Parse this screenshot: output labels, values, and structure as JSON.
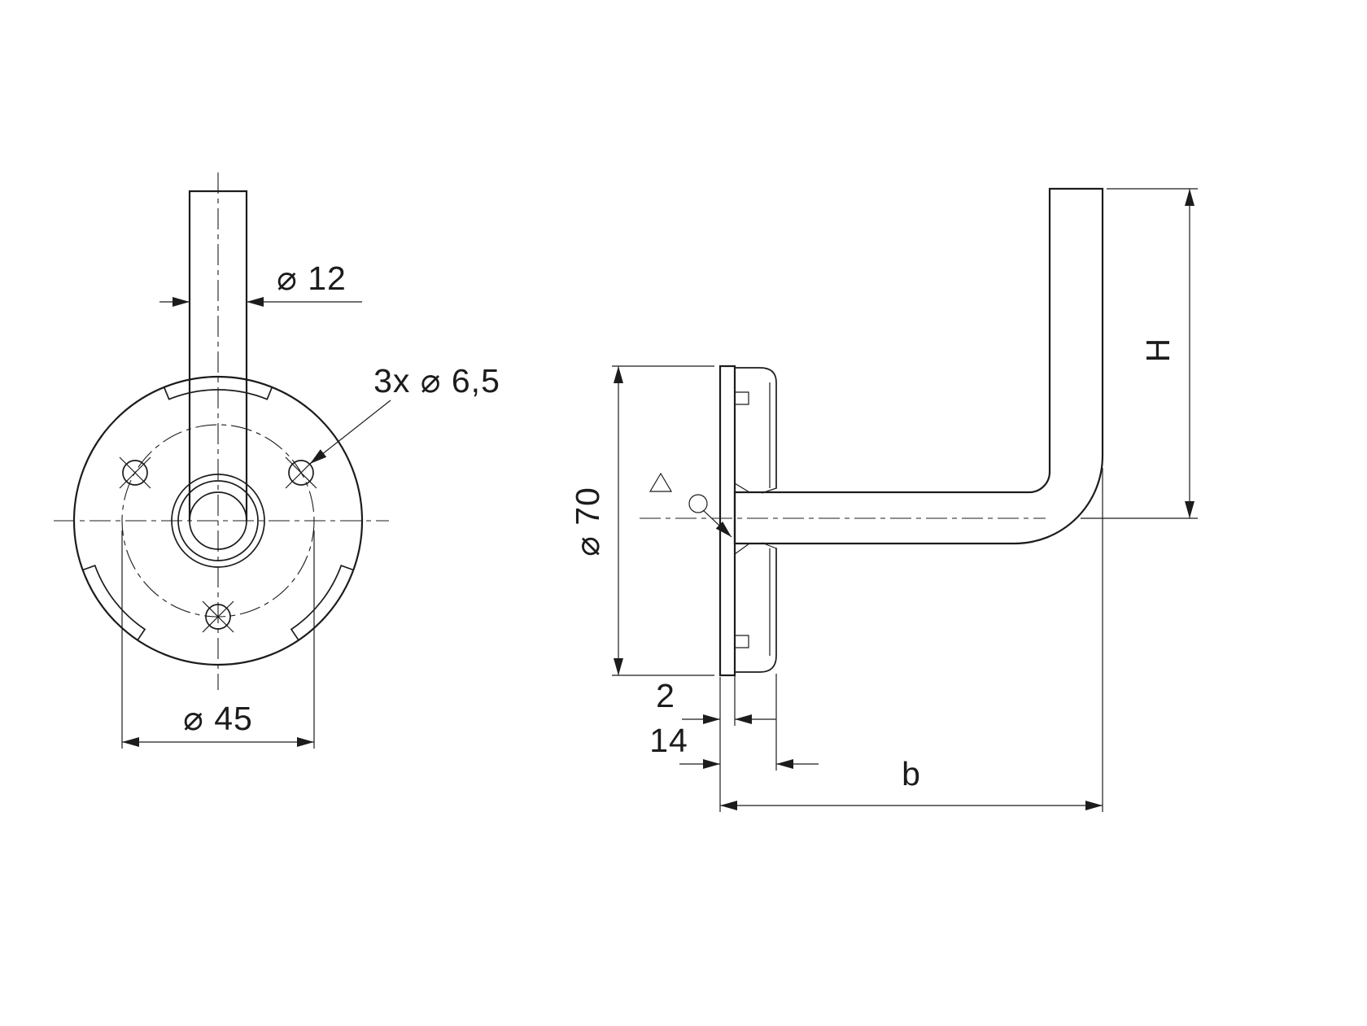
{
  "front_view": {
    "rod_diameter": "⌀ 12",
    "mounting_holes": "3x ⌀ 6,5",
    "bolt_circle_diameter": "⌀ 45"
  },
  "side_view": {
    "flange_diameter": "⌀ 70",
    "plate_thickness": "2",
    "flange_depth": "14",
    "projection_width": "b",
    "height": "H"
  },
  "colors": {
    "line": "#1c1c1c",
    "background": "#ffffff"
  }
}
